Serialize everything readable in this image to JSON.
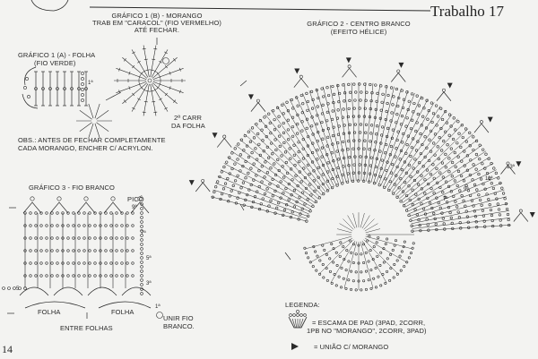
{
  "header": {
    "title": "Trabalho 17",
    "page_number": "14"
  },
  "chart1b": {
    "title": "GRÁFICO 1 (B) - MORANGO",
    "line2": "TRAB EM \"CARACOL\" (FIO VERMELHO)",
    "line3": "ATÉ FECHAR.",
    "note": "2ª CARR",
    "note2": "DA FOLHA"
  },
  "chart1a": {
    "title": "GRÁFICO 1 (A) - FOLHA",
    "subtitle": "(FIO VERDE)",
    "row_label": "1ª"
  },
  "obs": {
    "line1": "OBS.: ANTES DE FECHAR COMPLETAMENTE",
    "line2": "CADA MORANGO, ENCHER C/ ACRYLON."
  },
  "chart2": {
    "title": "GRÁFICO 2 - CENTRO BRANCO",
    "subtitle": "(EFEITO HÉLICE)",
    "row_labels": [
      "13ª",
      "11ª",
      "9ª",
      "7ª"
    ]
  },
  "chart3": {
    "title": "GRÁFICO 3 - FIO BRANCO",
    "pico": "PICÔ",
    "row_labels": [
      "9ª",
      "7ª",
      "5ª",
      "3ª",
      "1ª"
    ],
    "left_label": "5",
    "folha1": "FOLHA",
    "folha2": "FOLHA",
    "between": "ENTRE FOLHAS",
    "join1": "UNIR FIO",
    "join2": "BRANCO."
  },
  "legend": {
    "title": "LEGENDA:",
    "item1_line1": "= ESCAMA DE PAD (3PAD, 2CORR,",
    "item1_line2": "1PB NO \"MORANGO\", 2CORR, 3PAD)",
    "item2": "= UNIÃO C/ MORANGO",
    "icon1": "scale-stitch-icon",
    "icon2": "triangle-join-icon"
  },
  "colors": {
    "ink": "#2a2a2a",
    "paper": "#f3f3f1"
  }
}
